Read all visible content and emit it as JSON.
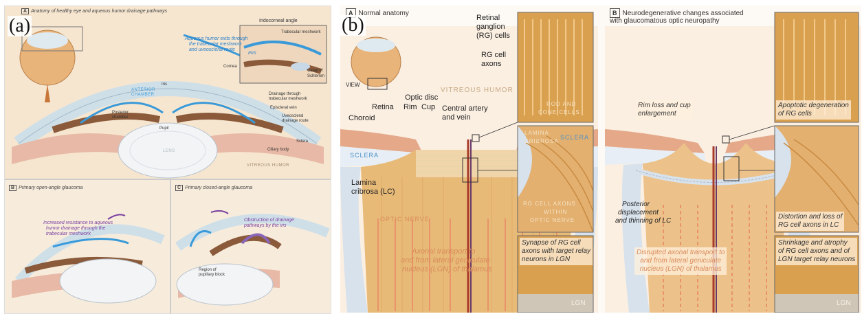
{
  "panel_a": {
    "tag": "(a)",
    "header_top": "Anatomy of healthy eye and aqueous humor drainage pathways",
    "header_top_letter": "A",
    "header_b_letter": "B",
    "header_b": "Primary open-angle glaucoma",
    "header_c_letter": "C",
    "header_c": "Primary closed-angle glaucoma",
    "iridocorneal_angle": "Iridocorneal angle",
    "trabecular_meshwork": "Trabecular meshwork",
    "iris_small": "IRIS",
    "canal_of_schlemm_1": "Canal of",
    "canal_of_schlemm_2": "Schlemm",
    "aqueous_exits_1": "Aqueous humor exits through",
    "aqueous_exits_2": "the trabecular meshwork",
    "aqueous_exits_3": "and uveoscleral route",
    "cornea": "Cornea",
    "iris": "Iris",
    "anterior_chamber_1": "ANTERIOR",
    "anterior_chamber_2": "CHAMBER",
    "posterior_chamber_1": "Posterior",
    "posterior_chamber_2": "chamber",
    "pupil": "Pupil",
    "lens": "LENS",
    "drainage_tm_1": "Drainage through",
    "drainage_tm_2": "trabecular meshwork",
    "episcleral_vein": "Episcleral vein",
    "uveoscleral_1": "Uveoscleral",
    "uveoscleral_2": "drainage route",
    "sclera": "Sclera",
    "ciliary_body": "Ciliary body",
    "vitreous_humor": "VITREOUS HUMOR",
    "increased_resistance_1": "Increased resistance to aqueous",
    "increased_resistance_2": "humor drainage through the",
    "increased_resistance_3": "trabecular meshwork",
    "obstruction_1": "Obstruction of drainage",
    "obstruction_2": "pathways by the iris",
    "pupillary_block_1": "Region of",
    "pupillary_block_2": "pupillary block"
  },
  "panel_b": {
    "tag": "(b)",
    "header_a_letter": "A",
    "header_a": "Normal anatomy",
    "header_b_letter": "B",
    "header_b_1": "Neurodegenerative changes associated",
    "header_b_2": "with glaucomatous optic neuropathy",
    "view": "VIEW",
    "vitreous_humor": "VITREOUS HUMOR",
    "retinal_ganglion_1": "Retinal",
    "retinal_ganglion_2": "ganglion",
    "retinal_ganglion_3": "(RG) cells",
    "rg_axons_1": "RG cell",
    "rg_axons_2": "axons",
    "rod_cone_1": "ROD AND",
    "rod_cone_2": "CONE CELLS",
    "optic_disc": "Optic disc",
    "rim": "Rim",
    "cup": "Cup",
    "retina": "Retina",
    "choroid": "Choroid",
    "central_artery_1": "Central artery",
    "central_artery_2": "and vein",
    "sclera": "SCLERA",
    "lamina_box_1": "LAMINA",
    "lamina_box_2": "CRIBROSA",
    "sclera_box": "SCLERA",
    "lamina_lc_1": "Lamina",
    "lamina_lc_2": "cribrosa (LC)",
    "optic_nerve": "OPTIC NERVE",
    "rg_within_1": "RG CELL AXONS",
    "rg_within_2": "WITHIN",
    "rg_within_3": "OPTIC NERVE",
    "axonal_1": "Axonal transport to",
    "axonal_2": "and from lateral geniculate",
    "axonal_3": "nucleus (LGN) of thalamus",
    "synapse_1": "Synapse of RG cell",
    "synapse_2": "axons with target relay",
    "synapse_3": "neurons in LGN",
    "lgn": "LGN",
    "lgn2": "LGN",
    "rim_loss_1": "Rim loss and cup",
    "rim_loss_2": "enlargement",
    "apoptotic_1": "Apoptotic degeneration",
    "apoptotic_2": "of RG cells",
    "posterior_disp_1": "Posterior",
    "posterior_disp_2": "displacement",
    "posterior_disp_3": "and thinning of LC",
    "distortion_1": "Distortion and loss of",
    "distortion_2": "RG cell axons in LC",
    "disrupted_1": "Disrupted axonal transport to",
    "disrupted_2": "and from lateral geniculate",
    "disrupted_3": "nucleus (LGN) of thalamus",
    "shrinkage_1": "Shrinkage and atrophy",
    "shrinkage_2": "of RG cell axons and of",
    "shrinkage_3": "LGN target relay neurons"
  },
  "colors": {
    "skin": "#f3dcc0",
    "tissue": "#d9a56a",
    "nerve": "#e6b36a",
    "blue_arrow": "#3a9ad9",
    "purple": "#7a3fa0",
    "orange_arrow": "#e8936a"
  }
}
